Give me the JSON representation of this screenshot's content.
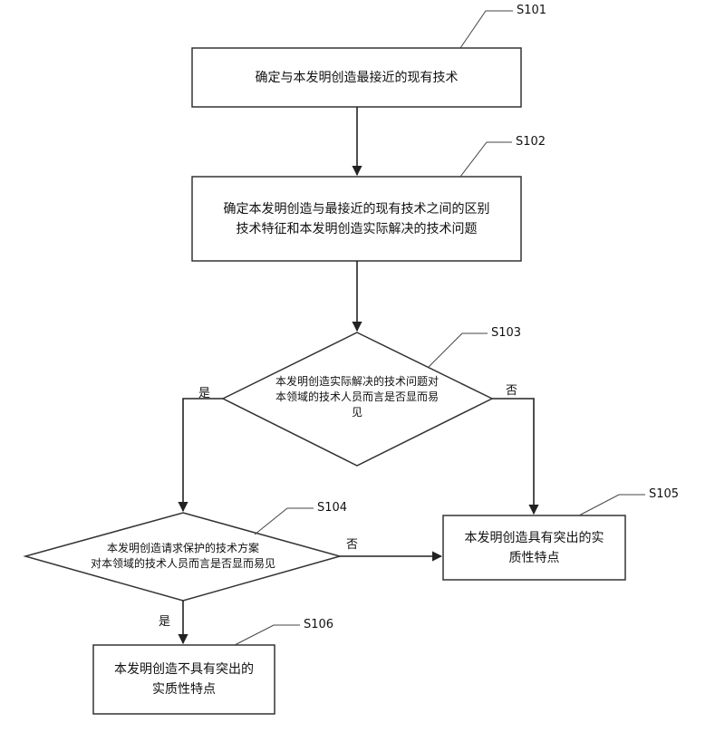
{
  "steps": {
    "s101": {
      "label": "S101",
      "lines": [
        "确定与本发明创造最接近的现有技术"
      ]
    },
    "s102": {
      "label": "S102",
      "lines": [
        "确定本发明创造与最接近的现有技术之间的区别",
        "技术特征和本发明创造实际解决的技术问题"
      ]
    },
    "s103": {
      "label": "S103",
      "lines": [
        "本发明创造实际解决的技术问题对",
        "本领域的技术人员而言是否显而易",
        "见"
      ]
    },
    "s104": {
      "label": "S104",
      "lines": [
        "本发明创造请求保护的技术方案",
        "对本领域的技术人员而言是否显而易见"
      ]
    },
    "s105": {
      "label": "S105",
      "lines": [
        "本发明创造具有突出的实",
        "质性特点"
      ]
    },
    "s106": {
      "label": "S106",
      "lines": [
        "本发明创造不具有突出的",
        "实质性特点"
      ]
    }
  },
  "branches": {
    "s103_yes": "是",
    "s103_no": "否",
    "s104_no": "否",
    "s104_yes": "是"
  },
  "colors": {
    "line": "#222222",
    "border": "#333333",
    "background": "#ffffff"
  }
}
